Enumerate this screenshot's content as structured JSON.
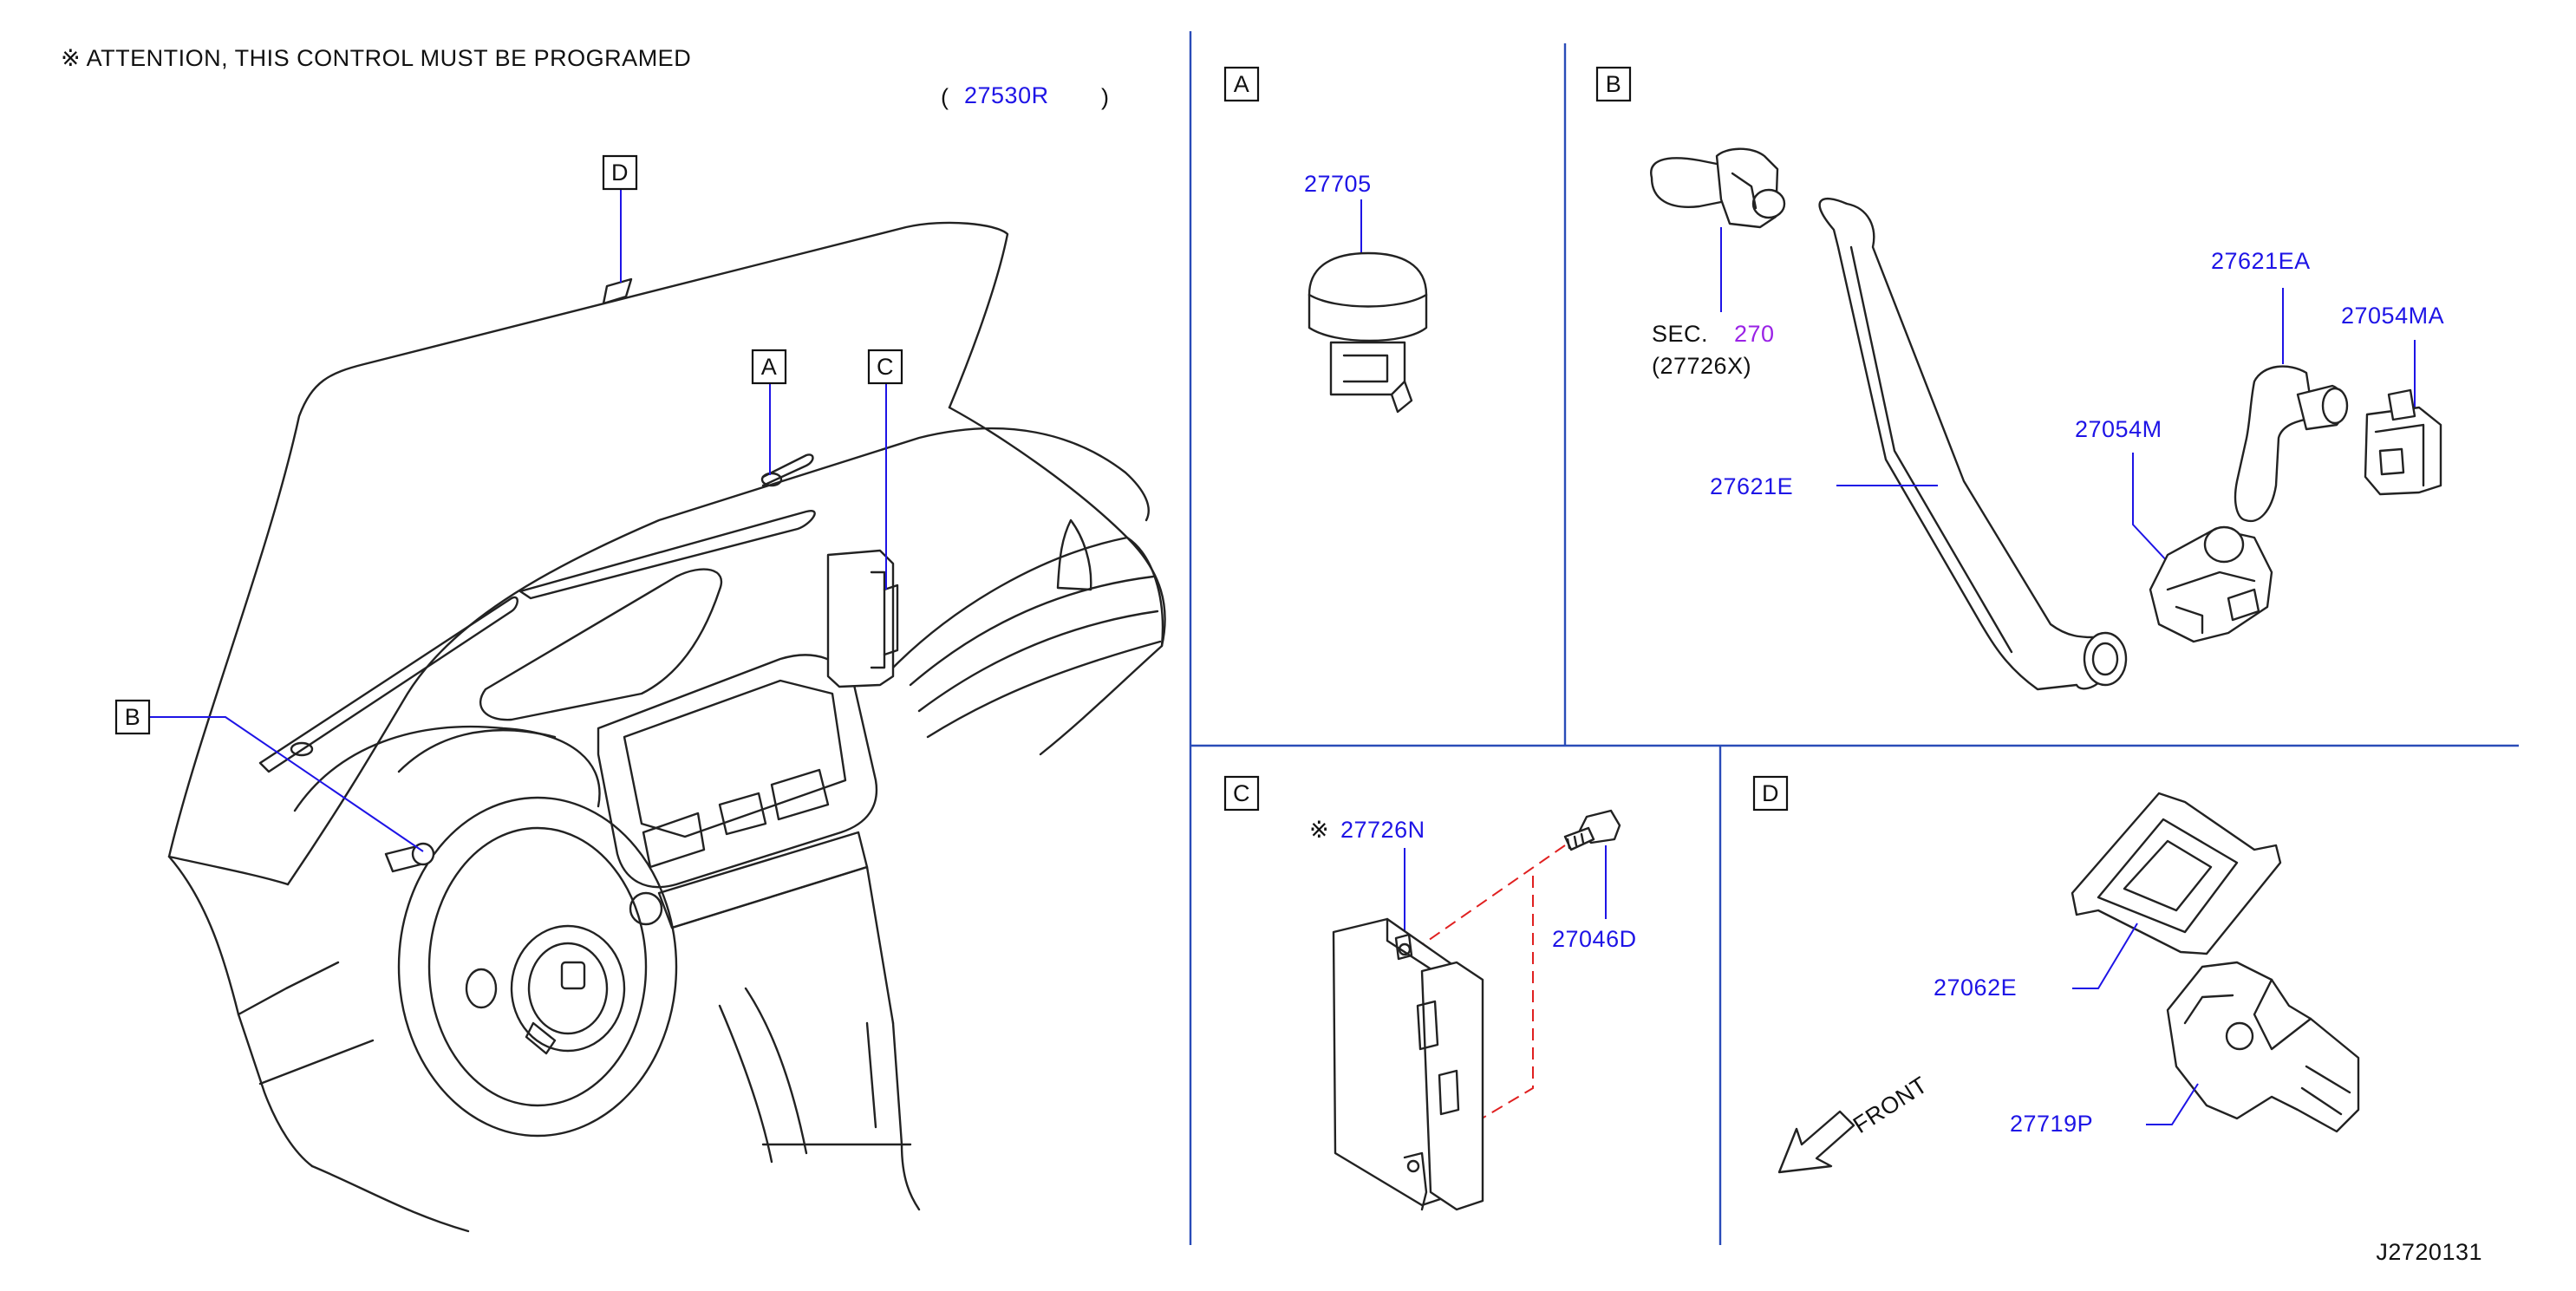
{
  "diagram": {
    "attention_note": "※ ATTENTION,  THIS  CONTROL  MUST  BE  PROGRAMED",
    "attention_paren_open": "(",
    "attention_part": "27530R",
    "attention_paren_close": ")",
    "figure_id": "J2720131",
    "colors": {
      "part_number": "#1e14e6",
      "section_number": "#9a22e6",
      "leader": "#1e14e6",
      "separator": "#2a4cb8",
      "dashed": "#e02020"
    },
    "overview": {
      "callouts": [
        {
          "key": "D"
        },
        {
          "key": "A"
        },
        {
          "key": "C"
        },
        {
          "key": "B"
        }
      ]
    },
    "panels": {
      "A": {
        "key": "A",
        "parts": [
          "27705"
        ]
      },
      "B": {
        "key": "B",
        "sec_prefix": "SEC.",
        "sec_number": "270",
        "sec_ref": "(27726X)",
        "parts": [
          "27621EA",
          "27054MA",
          "27054M",
          "27621E"
        ]
      },
      "C": {
        "key": "C",
        "note_mark": "※",
        "parts": [
          "27726N",
          "27046D"
        ]
      },
      "D": {
        "key": "D",
        "parts": [
          "27062E",
          "27719P"
        ],
        "direction_label": "FRONT"
      }
    }
  }
}
